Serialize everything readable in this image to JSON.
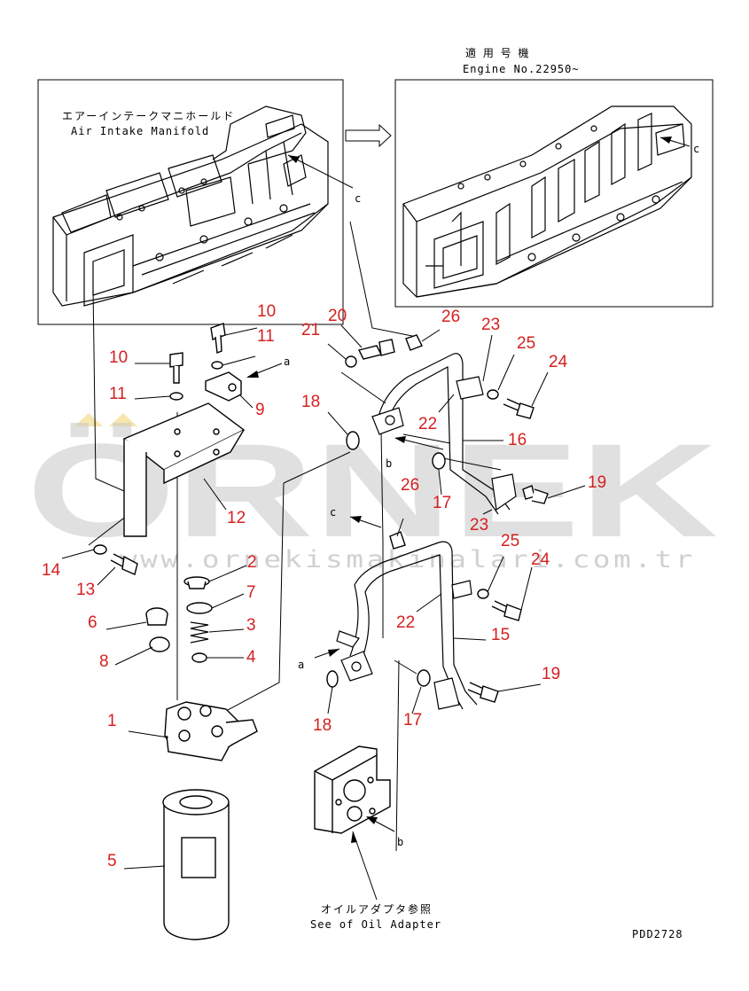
{
  "header": {
    "applicable_jp": "適 用 号 機",
    "engine_no": "Engine No.22950~"
  },
  "manifold": {
    "label_jp": "エアーインテークマニホールド",
    "label_en": "Air Intake Manifold"
  },
  "adapter_ref": {
    "label_jp": "オイルアダプタ参照",
    "label_en": "See of Oil Adapter"
  },
  "drawing_code": "PDD2728",
  "watermark": {
    "brand": "ÖRNEK",
    "url": "www.ornekismakinalari.com.tr"
  },
  "letters": [
    "c",
    "c",
    "a",
    "b",
    "c",
    "a",
    "b"
  ],
  "callouts": [
    "10",
    "11",
    "10",
    "11",
    "9",
    "12",
    "14",
    "13",
    "2",
    "7",
    "3",
    "4",
    "6",
    "8",
    "1",
    "5",
    "20",
    "21",
    "26",
    "23",
    "25",
    "24",
    "18",
    "22",
    "16",
    "17",
    "19",
    "23",
    "26",
    "25",
    "24",
    "22",
    "15",
    "18",
    "17",
    "19"
  ],
  "colors": {
    "callout": "#d62020",
    "line": "#000000",
    "watermark": "#c8c8c8",
    "watermark_accent": "#f2d77a"
  }
}
